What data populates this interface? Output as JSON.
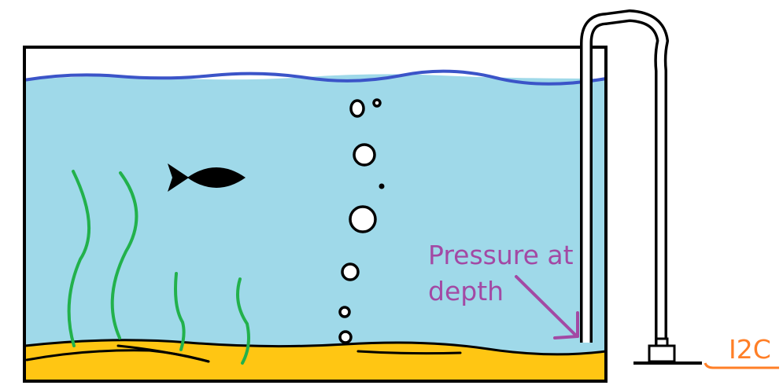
{
  "labels": {
    "pressure_line1": "Pressure at",
    "pressure_line2": "depth",
    "bus": "I2C"
  },
  "colors": {
    "water": "#9fd9e9",
    "water_surface": "#3b54c8",
    "sand": "#ffc613",
    "seaweed": "#22b14c",
    "pressure_label": "#a349a4",
    "bus_label": "#ff7f27",
    "outline": "#000000",
    "bubble_fill": "#ffffff"
  },
  "icons": [
    "fish-icon",
    "bubble-icon",
    "seaweed-icon",
    "pressure-sensor-icon",
    "tube-icon"
  ]
}
